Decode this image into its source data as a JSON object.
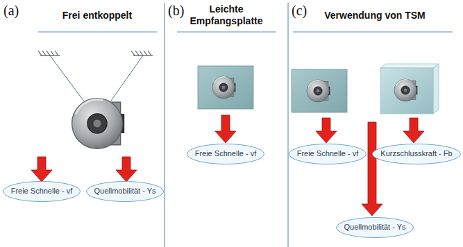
{
  "diagram": {
    "nodes": [
      {
        "text": [
          "Freie Schnelle - vf"
        ]
      },
      {
        "text": [
          "Quellmobilität - Ys"
        ]
      },
      {
        "text": [
          "Freie Schnelle - vf"
        ]
      },
      {
        "text": [
          "Freie Schnelle - vf"
        ]
      },
      {
        "text": [
          "Kurzschlusskraft - Fb"
        ]
      },
      {
        "text": [
          "Quellmobilität - Ys"
        ]
      }
    ],
    "labels": [
      "(a)",
      "Frei entkoppelt",
      "(b)",
      "Leichte Empfangsplatte",
      "(c)",
      "Verwendung von TSM"
    ]
  }
}
